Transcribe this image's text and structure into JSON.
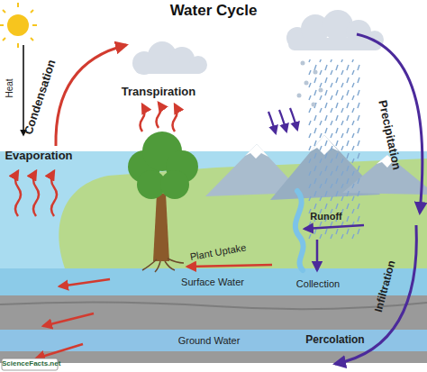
{
  "diagram": {
    "title": "Water Cycle",
    "labels": [
      "Heat",
      "Condensation",
      "Evaporation",
      "Transpiration",
      "Precipitation",
      "Runoff",
      "Collection",
      "Infiltration",
      "Percolation",
      "Plant Uptake",
      "Surface Water",
      "Ground Water",
      "ScienceFacts.net"
    ]
  }
}
